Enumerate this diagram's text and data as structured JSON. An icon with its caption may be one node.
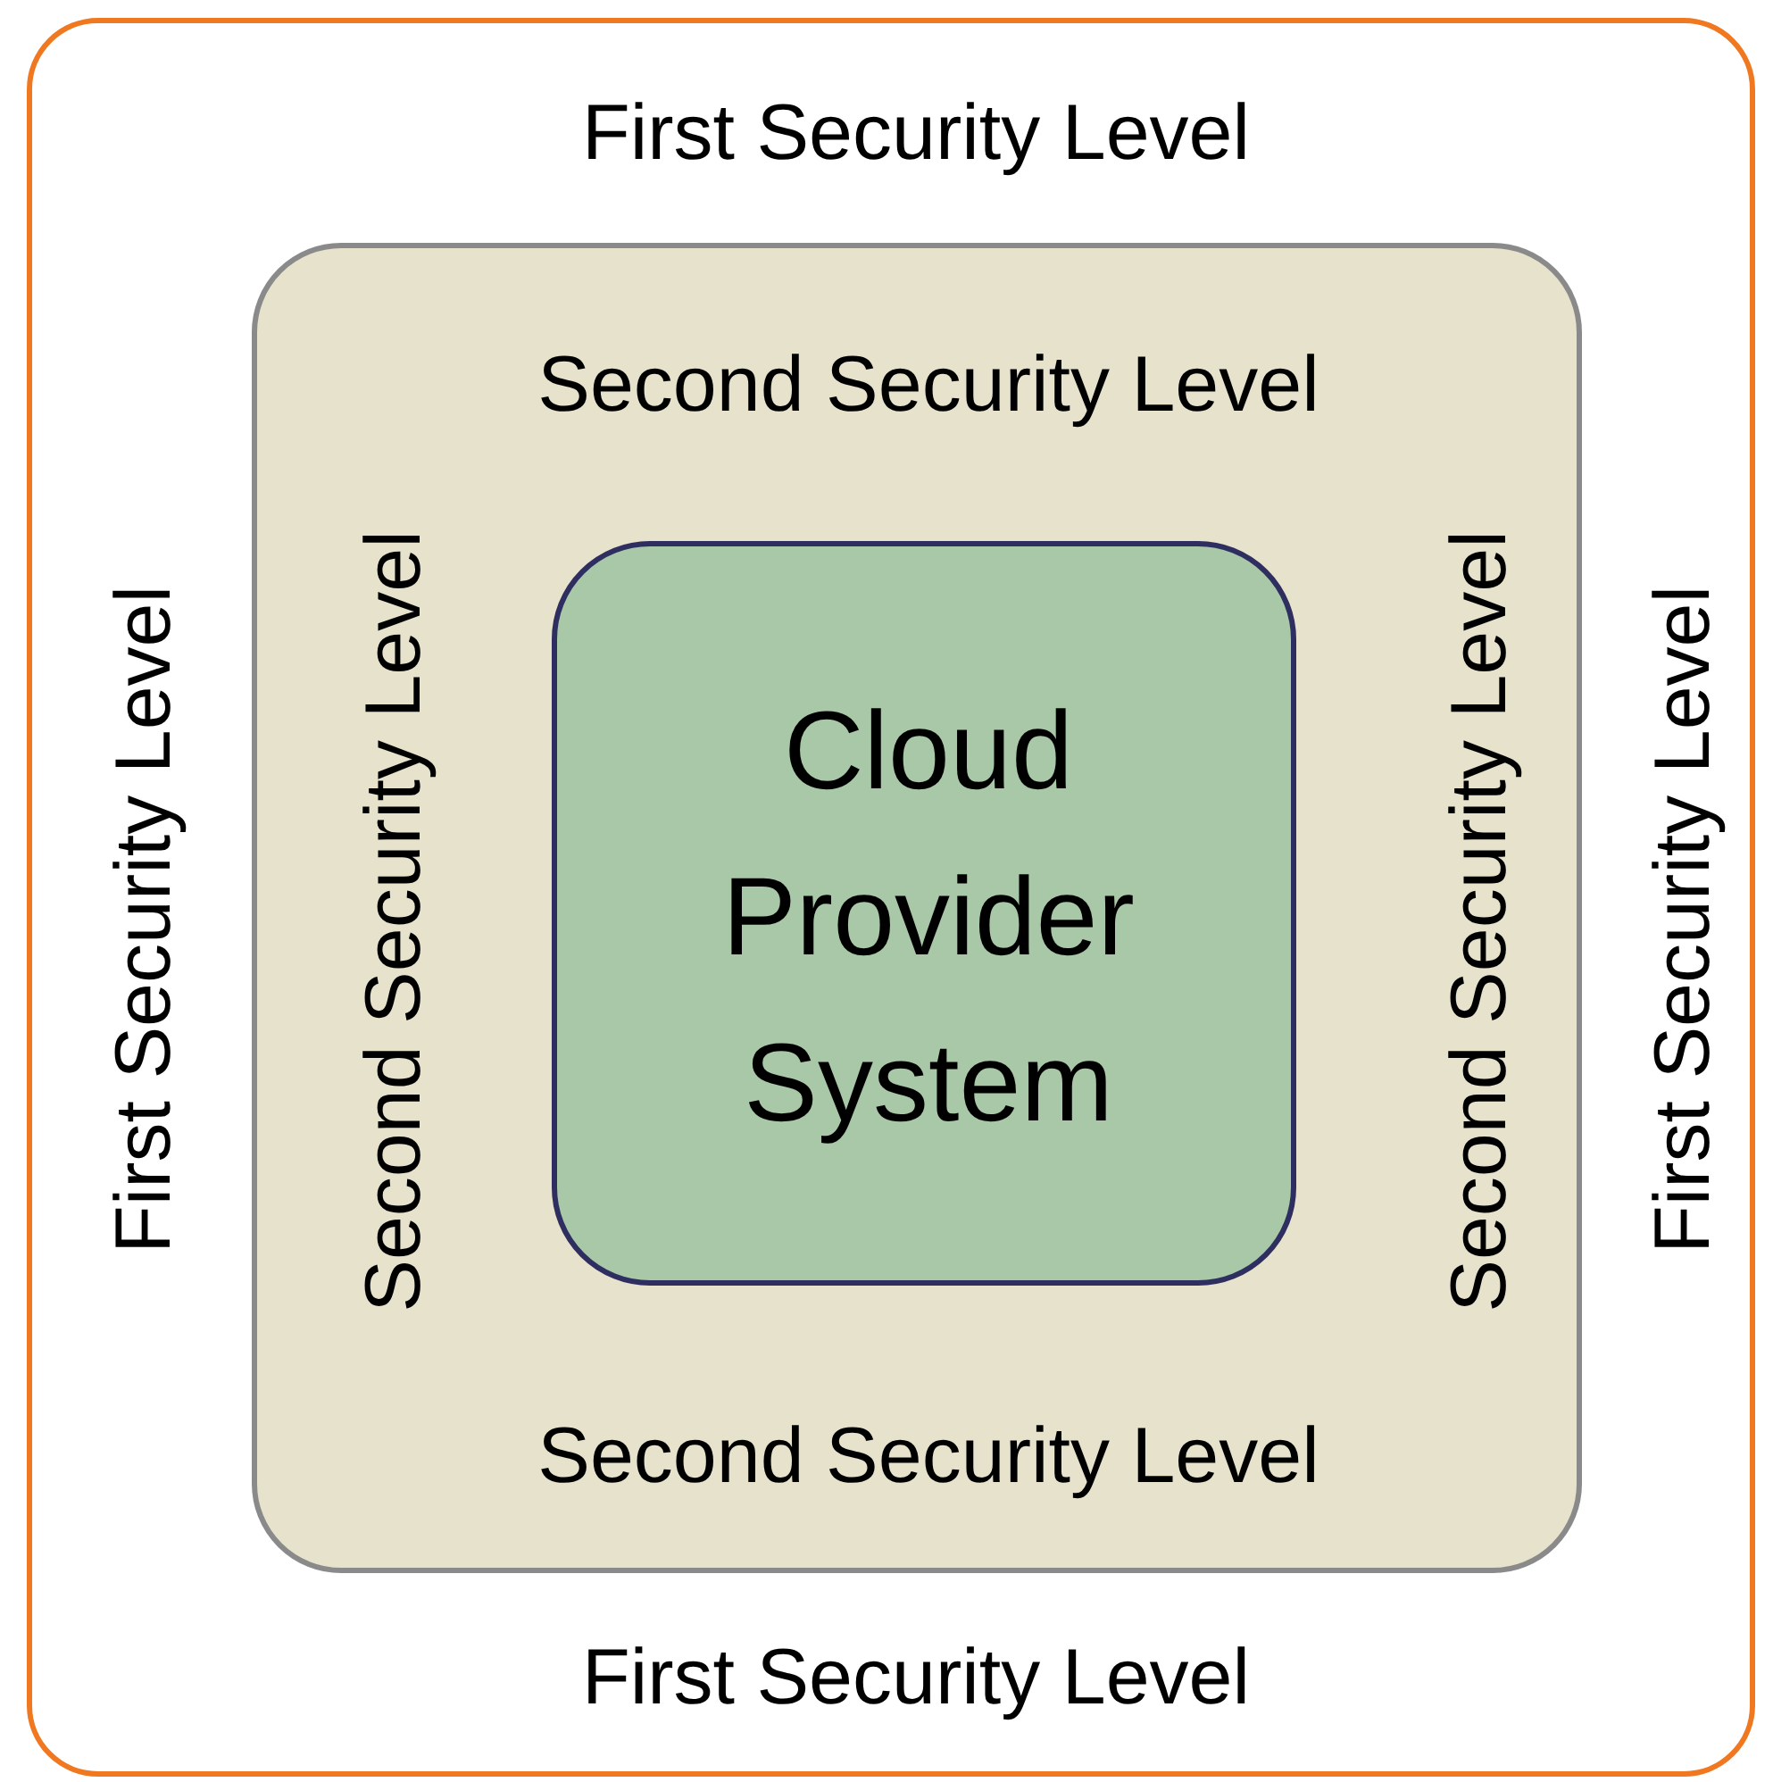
{
  "diagram": {
    "nodes": [
      {
        "text": [
          "First Security Level",
          "First Security Level",
          "First Security Level",
          "First Security Level"
        ]
      },
      {
        "text": [
          "Second Security Level",
          "Second Security Level",
          "Second Security Level",
          "Second Security Level"
        ],
        "in": 0
      },
      {
        "text": [
          "Cloud Provider System"
        ],
        "in": 1
      }
    ]
  }
}
